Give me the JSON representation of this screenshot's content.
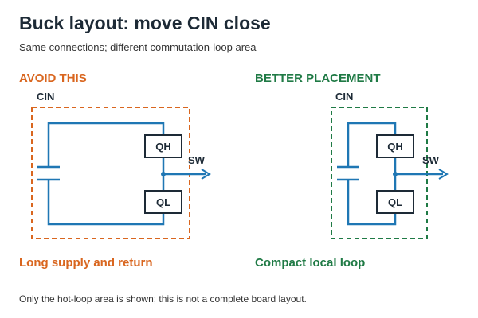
{
  "header": {
    "title": "Buck layout: move CIN close",
    "subtitle": "Same connections; different commutation-loop area"
  },
  "colors": {
    "title": "#1d2a36",
    "avoid": "#d9661f",
    "better": "#1f7a45",
    "wire": "#1f77b4",
    "switch_border": "#1d2a36",
    "switch_fill": "#ffffff"
  },
  "left_panel": {
    "heading": "AVOID THIS",
    "cin_label": "CIN",
    "qh_label": "QH",
    "ql_label": "QL",
    "sw_label": "SW",
    "caption": "Long supply and return"
  },
  "right_panel": {
    "heading": "BETTER PLACEMENT",
    "cin_label": "CIN",
    "qh_label": "QH",
    "ql_label": "QL",
    "sw_label": "SW",
    "caption": "Compact local loop"
  },
  "footnote": "Only the hot-loop area is shown; this is not a complete board layout."
}
